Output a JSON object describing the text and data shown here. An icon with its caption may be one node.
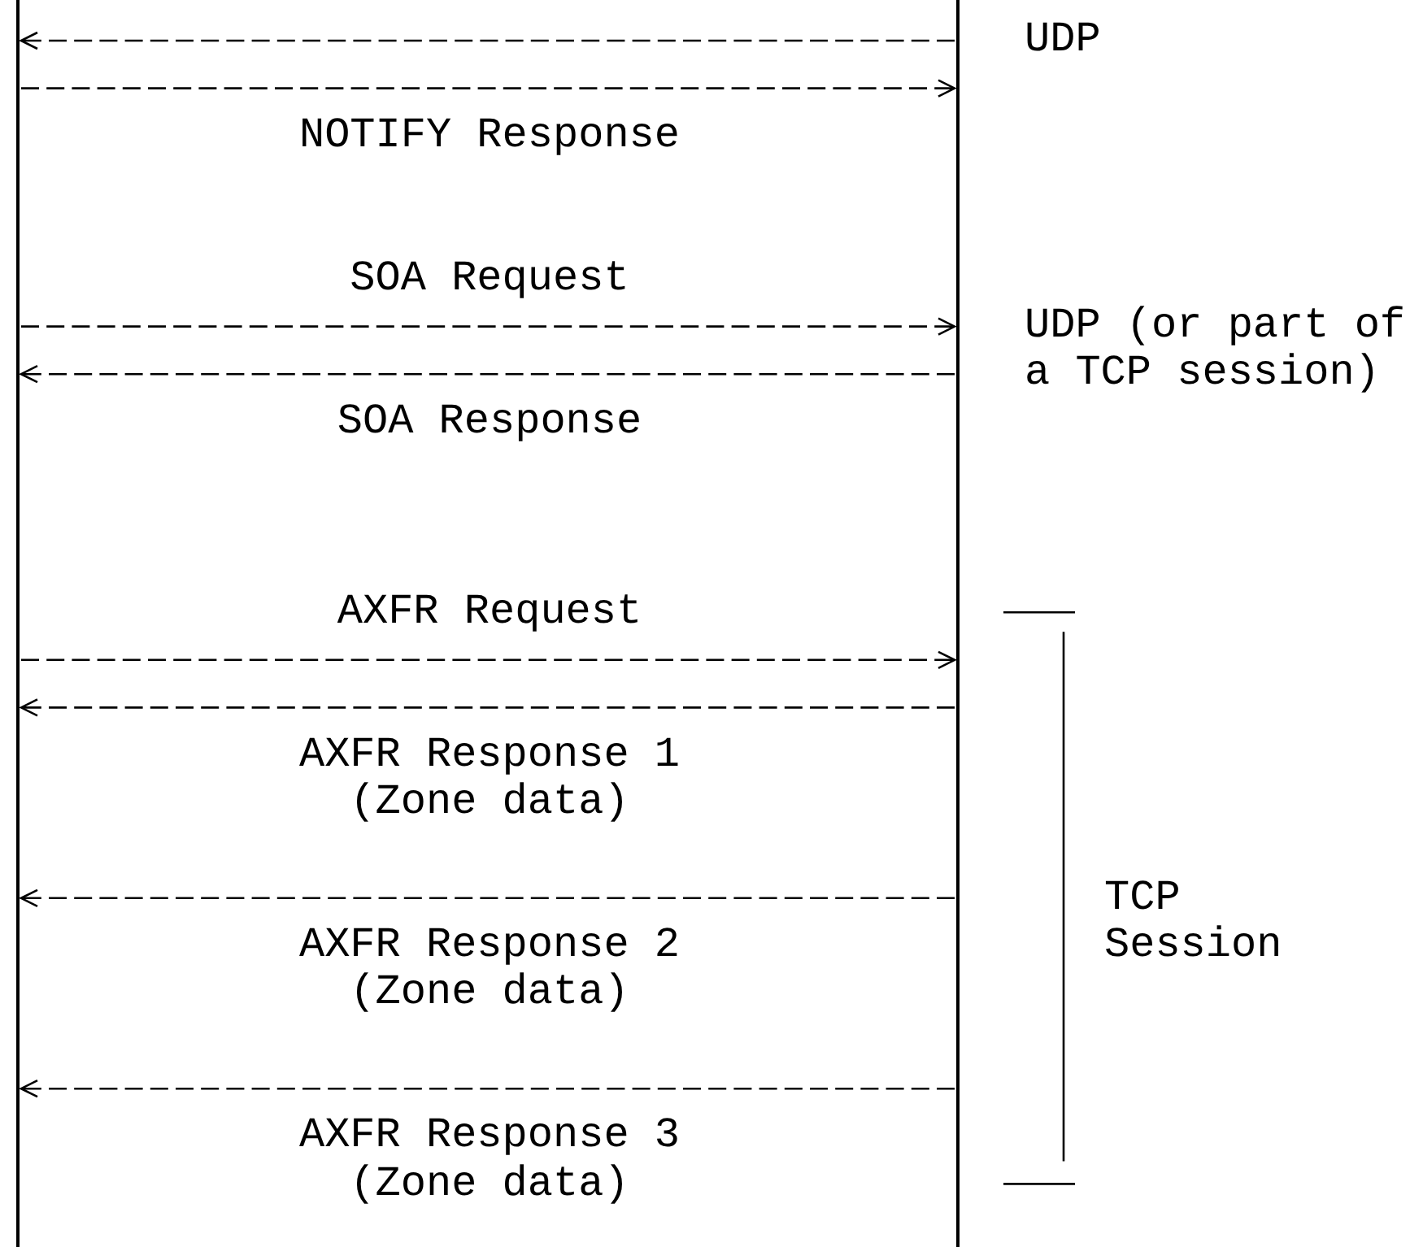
{
  "diagram": {
    "nodes": [
      {
        "text": [],
        "shape": "bar"
      },
      {
        "text": [],
        "shape": "bar"
      }
    ],
    "edges": [
      {
        "from": 1,
        "to": 0,
        "arrow": "to"
      },
      {
        "from": 0,
        "to": 1,
        "arrow": "to",
        "label": "NOTIFY Response"
      },
      {
        "from": 0,
        "to": 1,
        "arrow": "to",
        "label": "SOA Request"
      },
      {
        "from": 1,
        "to": 0,
        "arrow": "to",
        "label": "SOA Response"
      },
      {
        "from": 0,
        "to": 1,
        "arrow": "to",
        "label": "AXFR Request"
      },
      {
        "from": 1,
        "to": 0,
        "arrow": "to",
        "label": "AXFR Response 1 (Zone data)"
      },
      {
        "from": 1,
        "to": 0,
        "arrow": "to",
        "label": "AXFR Response 2 (Zone data)"
      },
      {
        "from": 1,
        "to": 0,
        "arrow": "to",
        "label": "AXFR Response 3 (Zone data)"
      }
    ],
    "labels": [
      "UDP",
      "UDP (or part of a TCP session)",
      "TCP Session"
    ]
  }
}
